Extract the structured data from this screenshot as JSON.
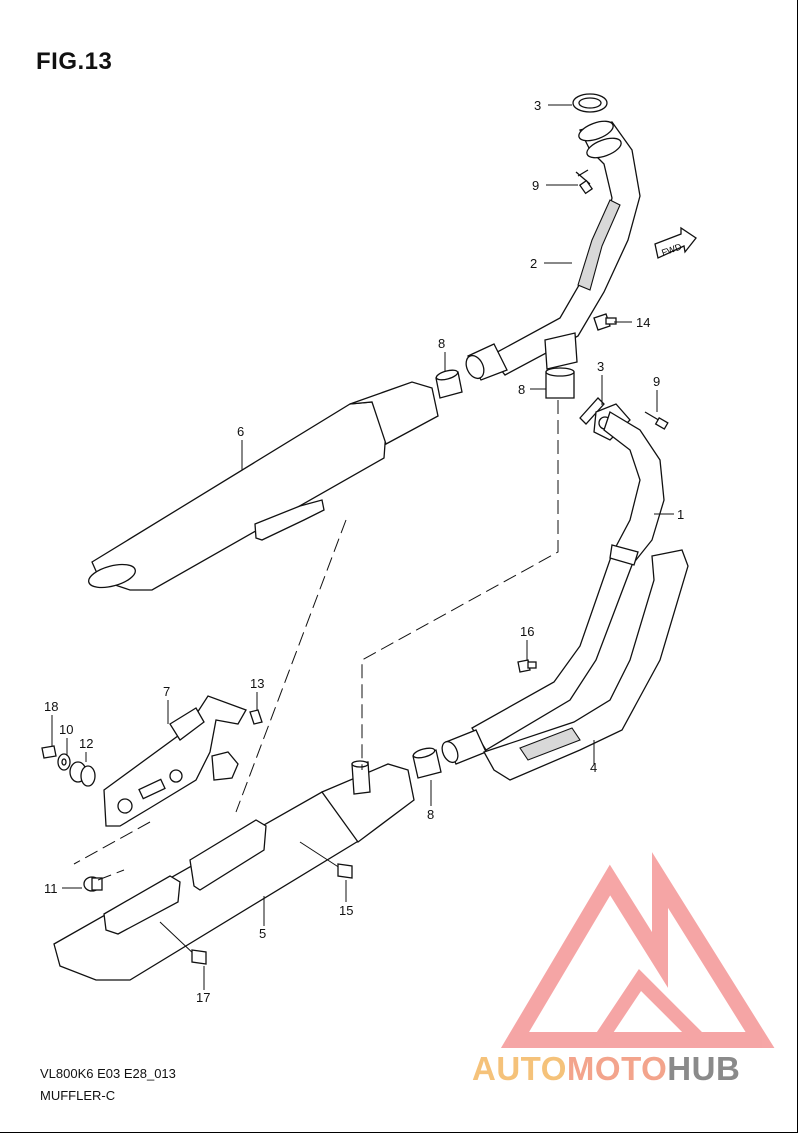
{
  "figure": {
    "title": "FIG.13",
    "model_code": "VL800K6 E03 E28_013",
    "section_name": "MUFFLER-C",
    "fwd_label": "FWD"
  },
  "callouts": [
    {
      "id": "3a",
      "label": "3"
    },
    {
      "id": "9a",
      "label": "9"
    },
    {
      "id": "2",
      "label": "2"
    },
    {
      "id": "14",
      "label": "14"
    },
    {
      "id": "8a",
      "label": "8"
    },
    {
      "id": "8b",
      "label": "8"
    },
    {
      "id": "3b",
      "label": "3"
    },
    {
      "id": "9b",
      "label": "9"
    },
    {
      "id": "6",
      "label": "6"
    },
    {
      "id": "1",
      "label": "1"
    },
    {
      "id": "16",
      "label": "16"
    },
    {
      "id": "13",
      "label": "13"
    },
    {
      "id": "7",
      "label": "7"
    },
    {
      "id": "18",
      "label": "18"
    },
    {
      "id": "10",
      "label": "10"
    },
    {
      "id": "12",
      "label": "12"
    },
    {
      "id": "4",
      "label": "4"
    },
    {
      "id": "8c",
      "label": "8"
    },
    {
      "id": "11",
      "label": "11"
    },
    {
      "id": "15",
      "label": "15"
    },
    {
      "id": "5",
      "label": "5"
    },
    {
      "id": "17",
      "label": "17"
    }
  ],
  "watermark": {
    "part1": "AUTO",
    "part2": "MOTO",
    "part3": "HUB",
    "color_triangle": "#f06a6a",
    "color_auto": "#f5c27a",
    "color_moto": "#f3a48c",
    "color_hub": "#8a8a8a"
  }
}
